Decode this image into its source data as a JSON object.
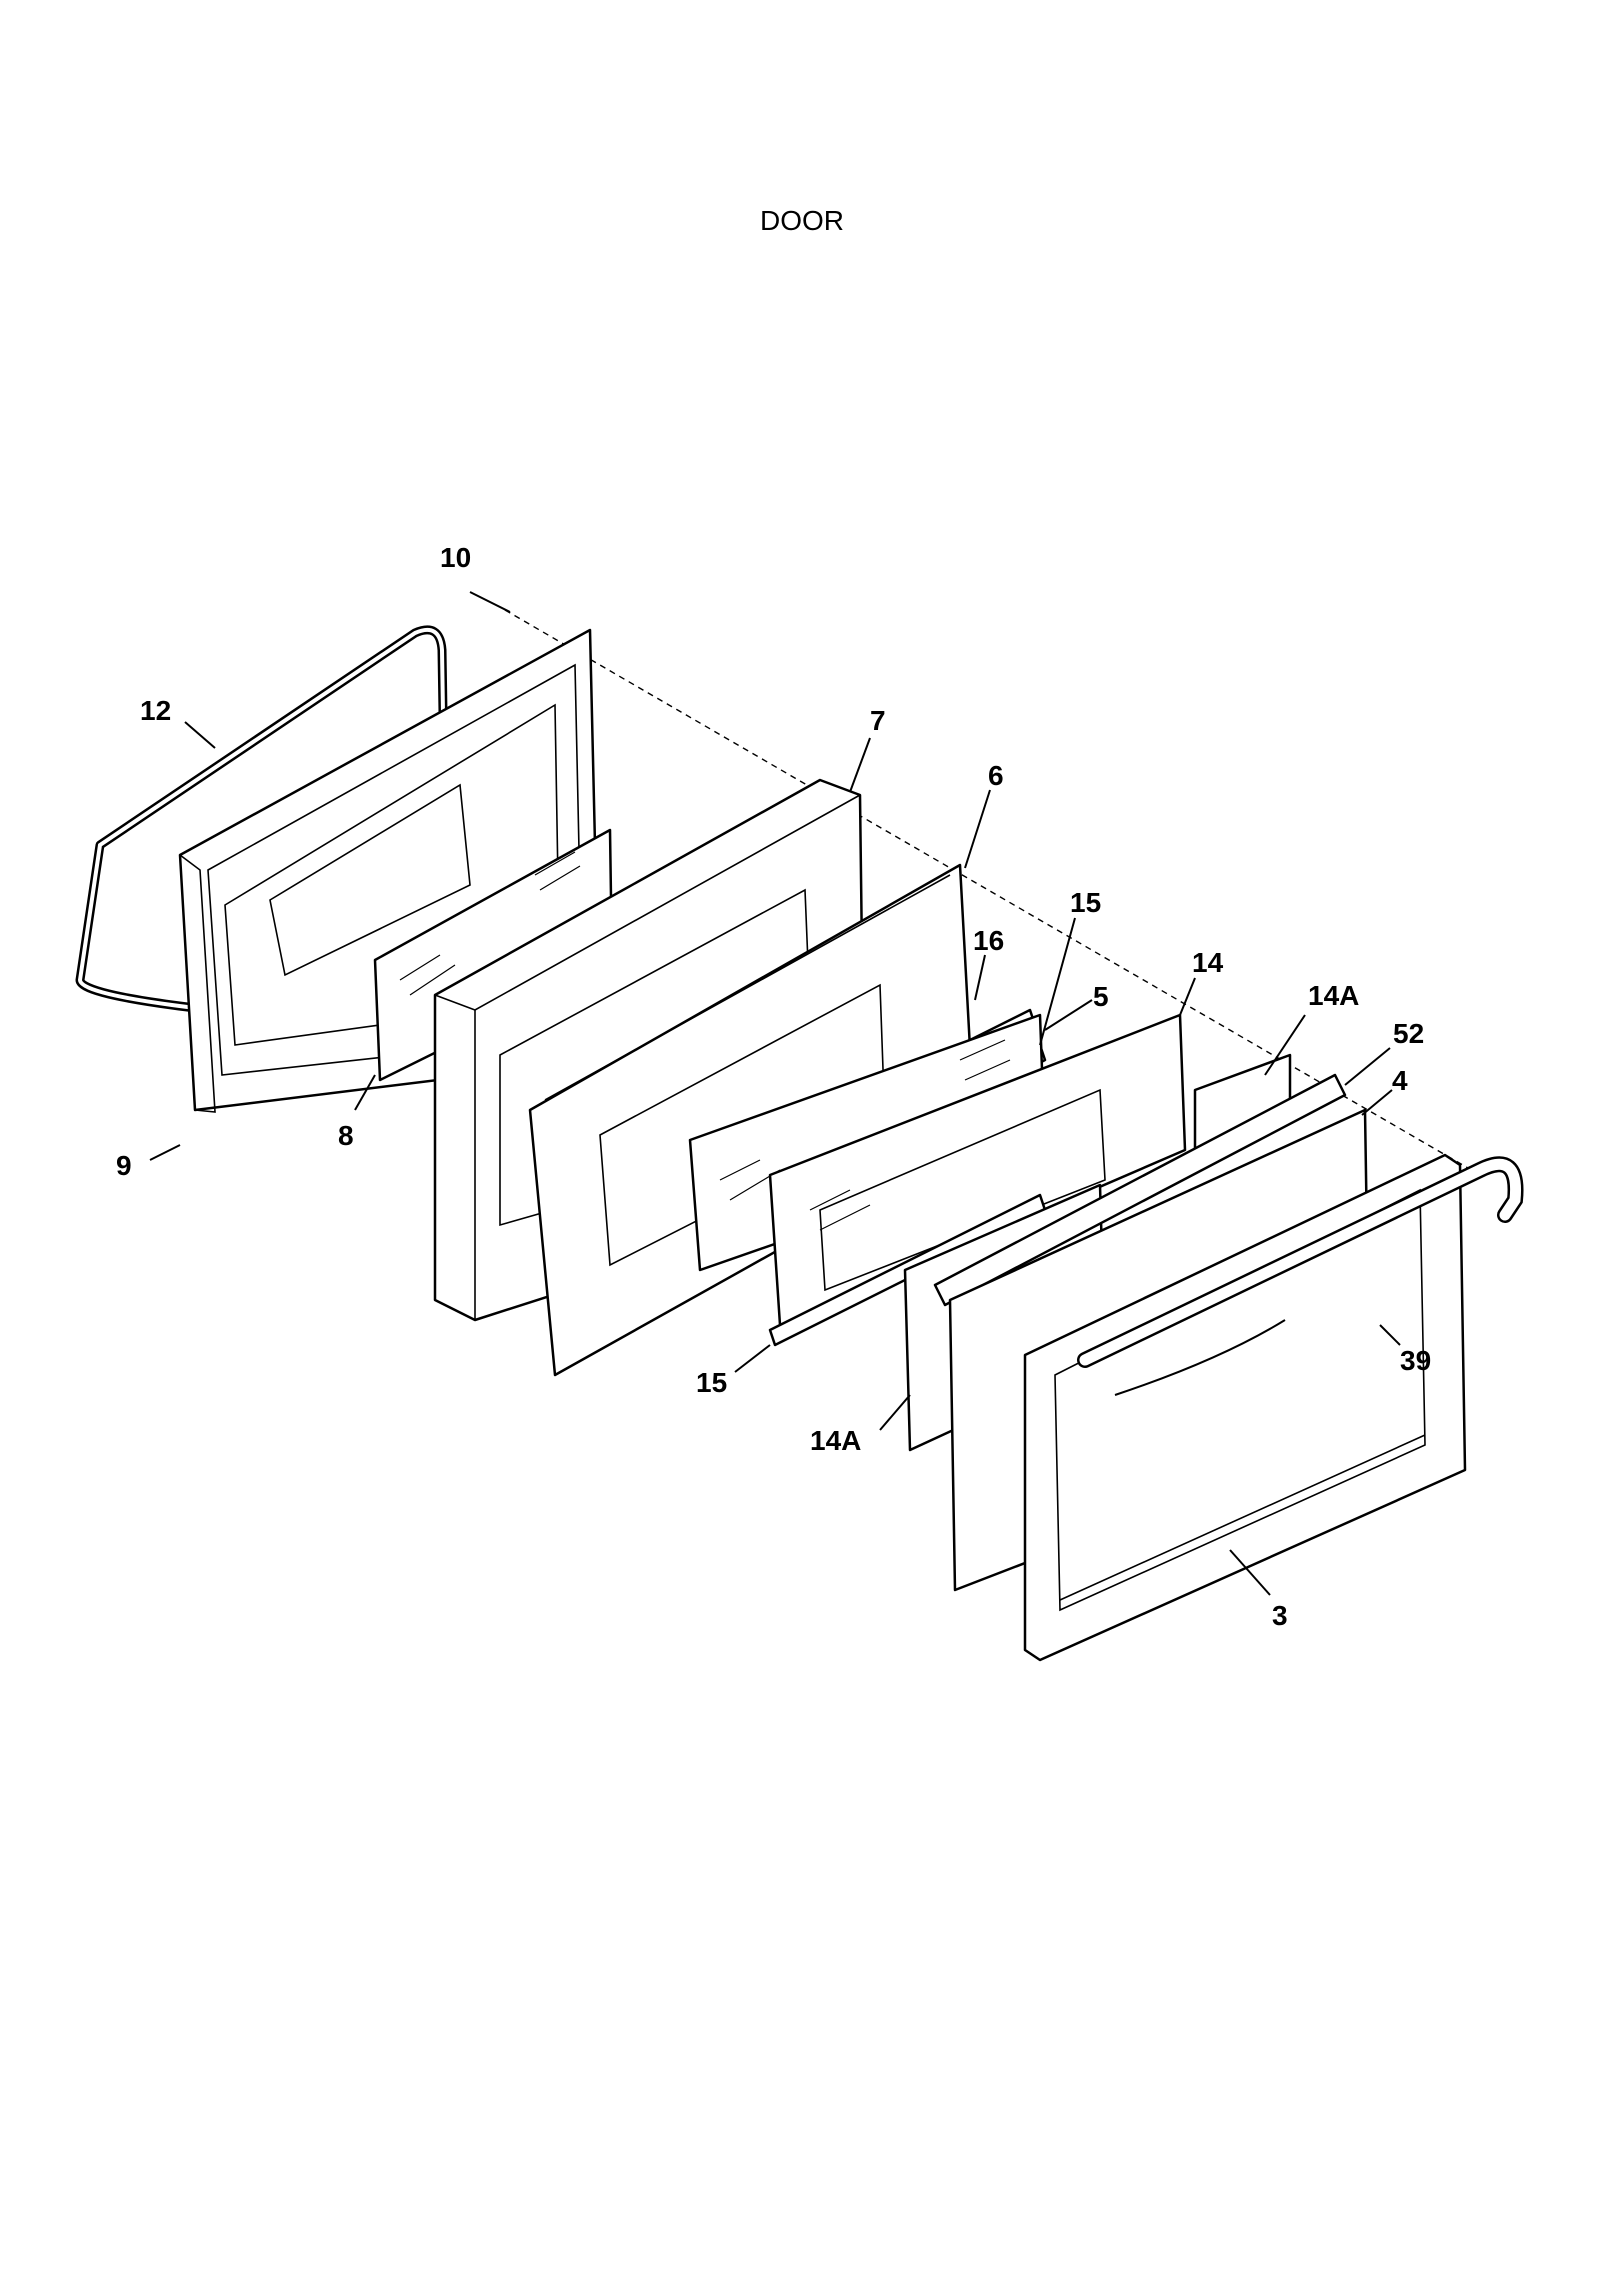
{
  "title": "DOOR",
  "callouts": {
    "c10": "10",
    "c12": "12",
    "c9": "9",
    "c8": "8",
    "c7": "7",
    "c6": "6",
    "c16": "16",
    "c15_top": "15",
    "c14": "14",
    "c5": "5",
    "c14a_top": "14A",
    "c52": "52",
    "c4": "4",
    "c39": "39",
    "c15_bottom": "15",
    "c14a_bottom": "14A",
    "c3": "3"
  }
}
